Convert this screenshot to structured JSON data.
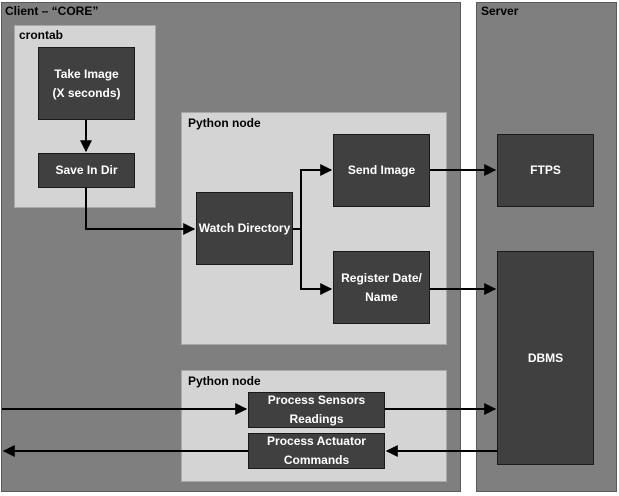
{
  "regions": {
    "client": {
      "label": "Client – “CORE”"
    },
    "server": {
      "label": "Server"
    }
  },
  "groups": {
    "crontab": "crontab",
    "python_node_top": "Python node",
    "python_node_bottom": "Python node"
  },
  "nodes": {
    "take_image": "Take Image\n(X seconds)",
    "save_in_dir": "Save In Dir",
    "watch_directory": "Watch Directory",
    "send_image": "Send Image",
    "register_date_name": "Register Date/\nName",
    "ftps": "FTPS",
    "dbms": "DBMS",
    "process_sensors": "Process Sensors\nReadings",
    "process_actuator": "Process Actuator\nCommands"
  },
  "colors": {
    "region_fill": "#7f7f7f",
    "group_fill": "#d4d4d4",
    "node_fill": "#404040",
    "node_text": "#ffffff",
    "arrow": "#000000"
  }
}
